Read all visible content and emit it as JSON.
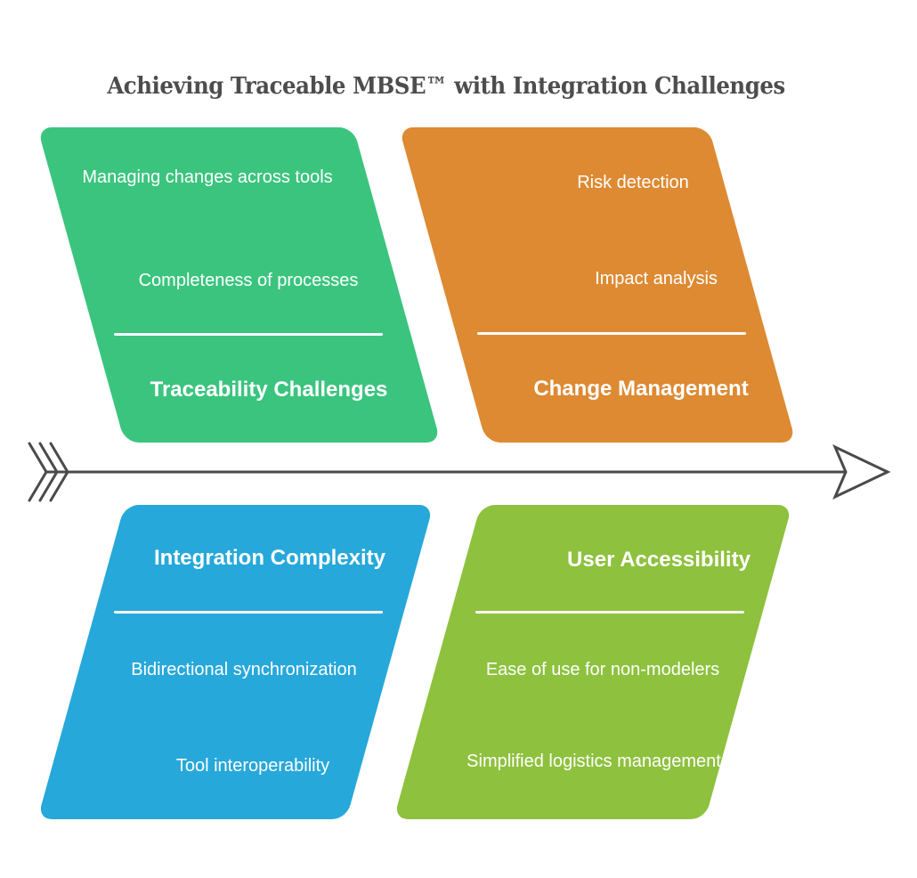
{
  "page": {
    "title": "Achieving Traceable MBSE™ with Integration Challenges"
  },
  "colors": {
    "green": "#3bc47e",
    "orange": "#dd8a33",
    "blue": "#27a8da",
    "lime": "#8ec13e",
    "ink": "#4a4a4a",
    "shape_text": "#ffffff"
  },
  "axis": {
    "icon": "timeline-arrow"
  },
  "sections": [
    {
      "heading": "Traceability Challenges",
      "items": [
        "Managing changes across tools",
        "Completeness of processes"
      ]
    },
    {
      "heading": "Change Management",
      "items": [
        "Risk detection",
        "Impact analysis"
      ]
    },
    {
      "heading": "Integration Complexity",
      "items": [
        "Bidirectional synchronization",
        "Tool interoperability"
      ]
    },
    {
      "heading": "User Accessibility",
      "items": [
        "Ease of use for non-modelers",
        "Simplified logistics management"
      ]
    }
  ]
}
